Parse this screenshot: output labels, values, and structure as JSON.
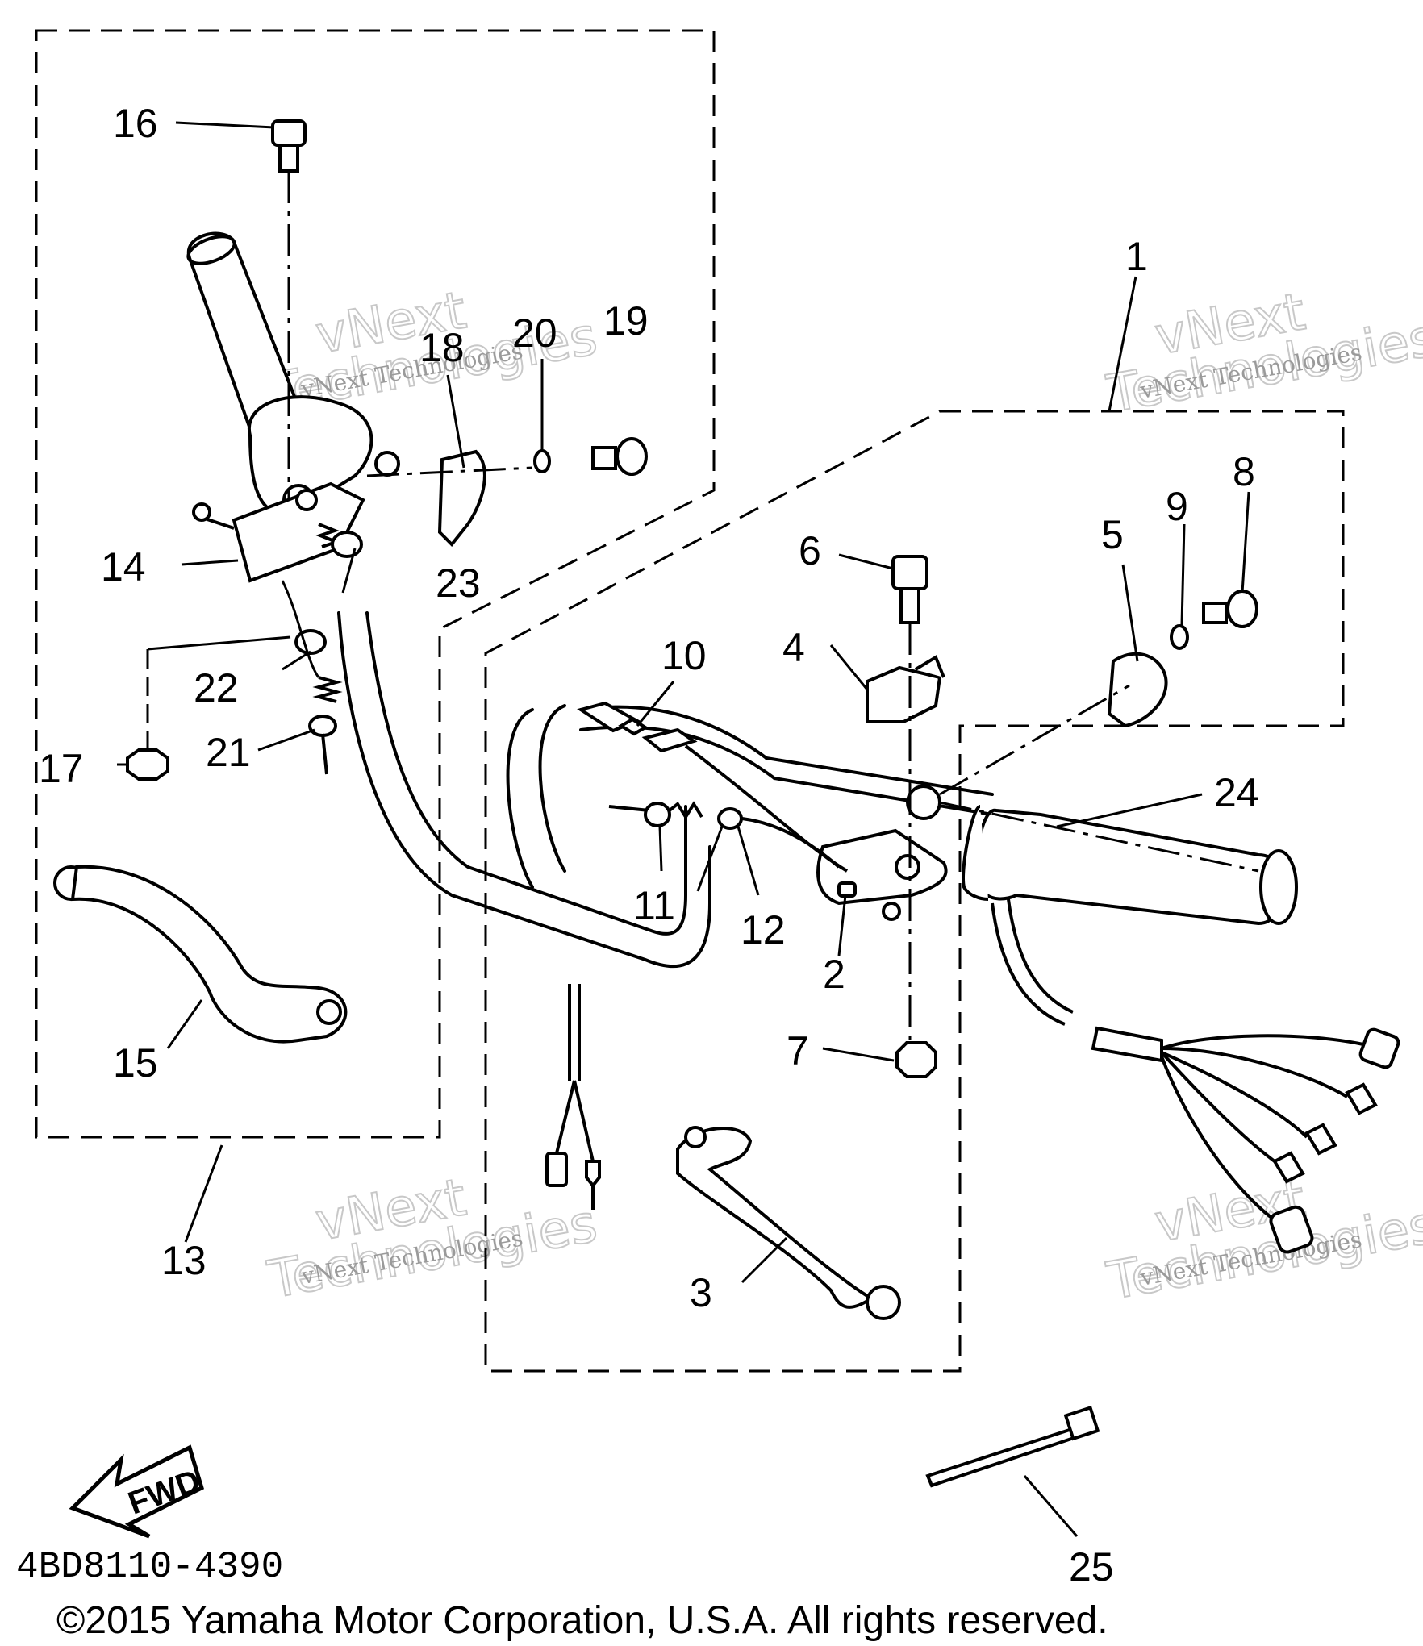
{
  "callouts": [
    {
      "id": "1",
      "label": "1"
    },
    {
      "id": "2",
      "label": "2"
    },
    {
      "id": "3",
      "label": "3"
    },
    {
      "id": "4",
      "label": "4"
    },
    {
      "id": "5",
      "label": "5"
    },
    {
      "id": "6",
      "label": "6"
    },
    {
      "id": "7",
      "label": "7"
    },
    {
      "id": "8",
      "label": "8"
    },
    {
      "id": "9",
      "label": "9"
    },
    {
      "id": "10",
      "label": "10"
    },
    {
      "id": "11",
      "label": "11"
    },
    {
      "id": "12",
      "label": "12"
    },
    {
      "id": "13",
      "label": "13"
    },
    {
      "id": "14",
      "label": "14"
    },
    {
      "id": "15",
      "label": "15"
    },
    {
      "id": "16",
      "label": "16"
    },
    {
      "id": "17",
      "label": "17"
    },
    {
      "id": "18",
      "label": "18"
    },
    {
      "id": "19",
      "label": "19"
    },
    {
      "id": "20",
      "label": "20"
    },
    {
      "id": "21",
      "label": "21"
    },
    {
      "id": "22",
      "label": "22"
    },
    {
      "id": "23",
      "label": "23"
    },
    {
      "id": "24",
      "label": "24"
    },
    {
      "id": "25",
      "label": "25"
    }
  ],
  "direction_arrow": {
    "label": "FWD",
    "icon": "fwd-arrow-icon"
  },
  "diagram_code": "4BD8110-4390",
  "copyright": "©2015 Yamaha Motor Corporation, U.S.A. All rights reserved.",
  "watermark": {
    "line1": "vNext Technologies",
    "line2": "vNext",
    "line3": "Technologies"
  }
}
